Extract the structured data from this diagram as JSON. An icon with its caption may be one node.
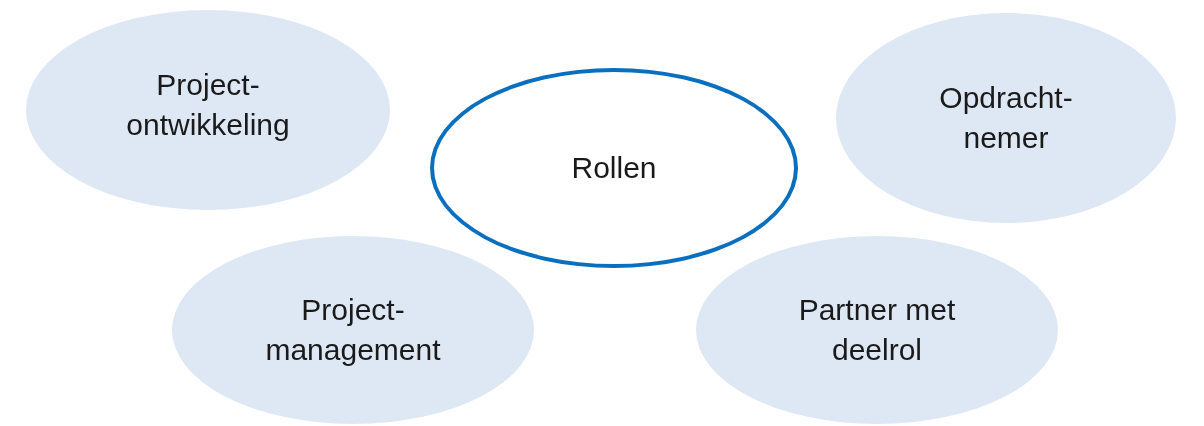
{
  "diagram": {
    "nodes": [
      {
        "text": [
          "Project- ontwikkeling"
        ]
      },
      {
        "text": [
          "Opdracht- nemer"
        ]
      },
      {
        "text": [
          "Rollen"
        ]
      },
      {
        "text": [
          "Project- management"
        ]
      },
      {
        "text": [
          "Partner met deelrol"
        ]
      }
    ]
  }
}
